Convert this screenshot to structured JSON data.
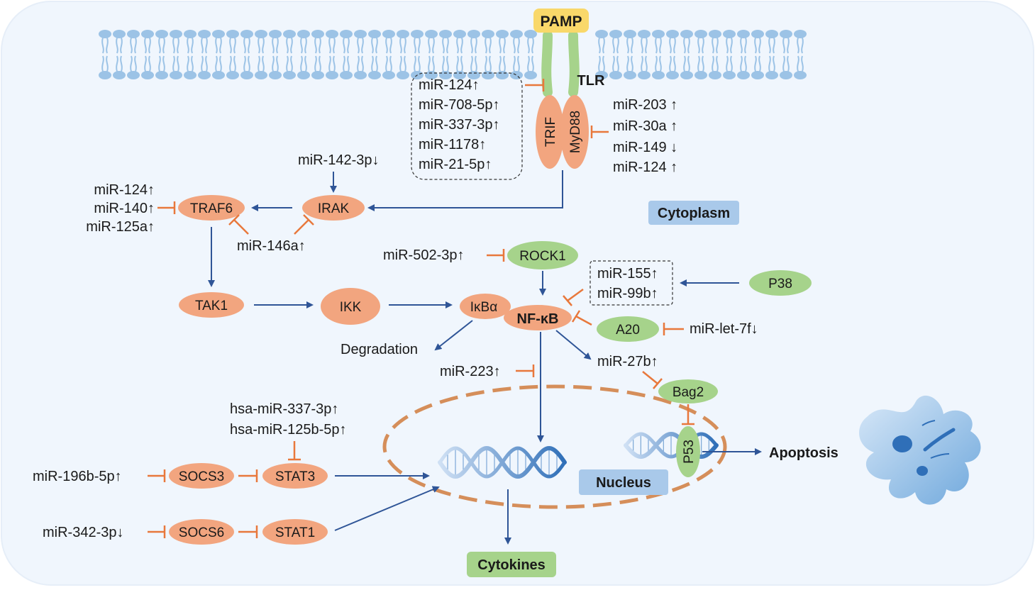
{
  "colors": {
    "background": "#f0f6fd",
    "protein_orange": "#f2a57f",
    "protein_green": "#a6d38b",
    "region_label_blue": "#a9c9ea",
    "pamp_yellow": "#f9d86a",
    "activation_arrow": "#2f5597",
    "inhibition": "#e8783c",
    "nucleus_border": "#d58e5a",
    "membrane": "#9cc3e6"
  },
  "receptor": {
    "pamp": "PAMP",
    "tlr": "TLR",
    "trif": "TRIF",
    "myd88": "MyD88"
  },
  "regions": {
    "cytoplasm": "Cytoplasm",
    "nucleus": "Nucleus"
  },
  "nodes": {
    "irak": "IRAK",
    "traf6": "TRAF6",
    "tak1": "TAK1",
    "ikk": "IKK",
    "ikba": "IκBα",
    "nfkb": "NF-κB",
    "rock1": "ROCK1",
    "p38": "P38",
    "a20": "A20",
    "bag2": "Bag2",
    "p53": "P53",
    "socs3": "SOCS3",
    "stat3": "STAT3",
    "socs6": "SOCS6",
    "stat1": "STAT1",
    "degradation": "Degradation",
    "apoptosis": "Apoptosis",
    "cytokines": "Cytokines"
  },
  "mirna_groups": {
    "tlr_box": [
      "miR-124↑",
      "miR-708-5p↑",
      "miR-337-3p↑",
      "miR-1178↑",
      "miR-21-5p↑"
    ],
    "myd88_list": [
      "miR-203 ↑",
      "miR-30a ↑",
      "miR-149 ↓",
      "miR-124 ↑"
    ],
    "irak_upstream": "miR-142-3p↓",
    "traf6_list": [
      "miR-124↑",
      "miR-140↑",
      "miR-125a↑"
    ],
    "traf6_irak": "miR-146a↑",
    "rock1": "miR-502-3p↑",
    "nfkb_box": [
      "miR-155↑",
      "miR-99b↑"
    ],
    "a20": "miR-let-7f↓",
    "nfkb_nucleus": "miR-223↑",
    "bag2": "miR-27b↑",
    "stat3_list": [
      "hsa-miR-337-3p↑",
      "hsa-miR-125b-5p↑"
    ],
    "socs3": "miR-196b-5p↑",
    "socs6": "miR-342-3p↓"
  }
}
